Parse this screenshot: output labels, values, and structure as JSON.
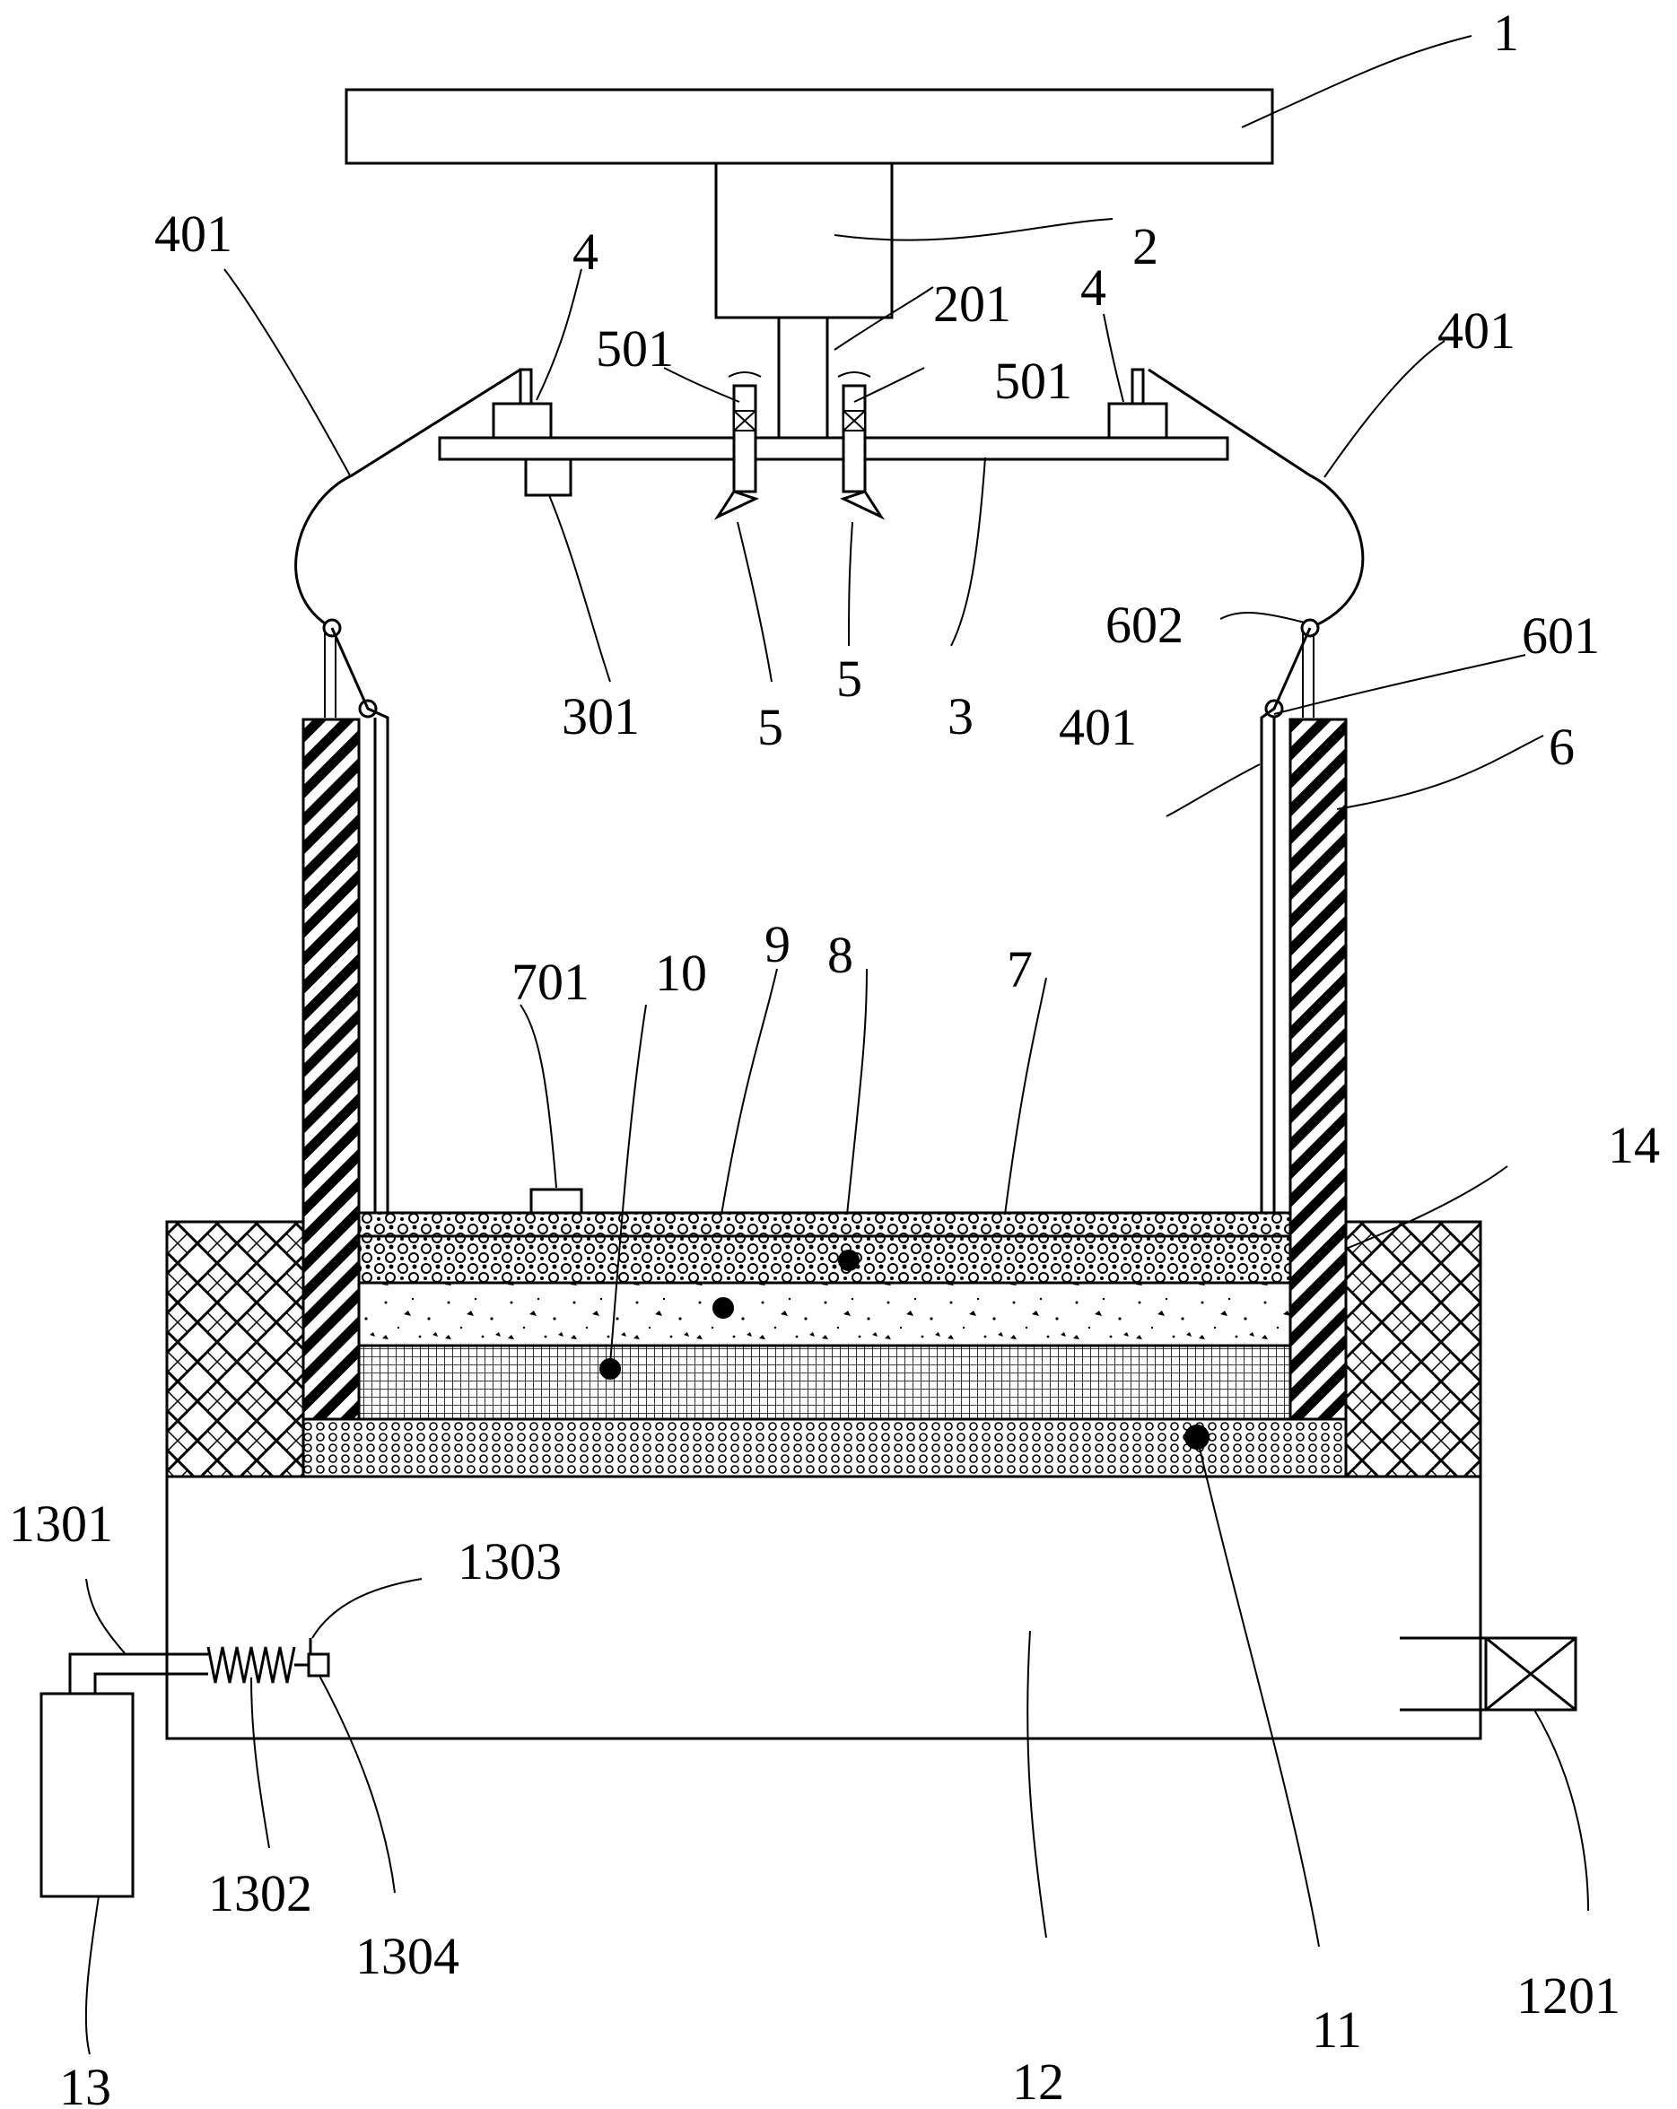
{
  "labels": {
    "l1": "1",
    "l2": "2",
    "l201": "201",
    "l3": "3",
    "l301": "301",
    "l4_left": "4",
    "l4_right": "4",
    "l401_top_left": "401",
    "l401_top_right": "401",
    "l401_inner_right": "401",
    "l5_left": "5",
    "l5_right": "5",
    "l501_left": "501",
    "l501_right": "501",
    "l6": "6",
    "l601": "601",
    "l602": "602",
    "l7": "7",
    "l701": "701",
    "l8": "8",
    "l9": "9",
    "l10": "10",
    "l11": "11",
    "l12": "12",
    "l1201": "1201",
    "l13": "13",
    "l1301": "1301",
    "l1302": "1302",
    "l1303": "1303",
    "l1304": "1304",
    "l14": "14"
  }
}
